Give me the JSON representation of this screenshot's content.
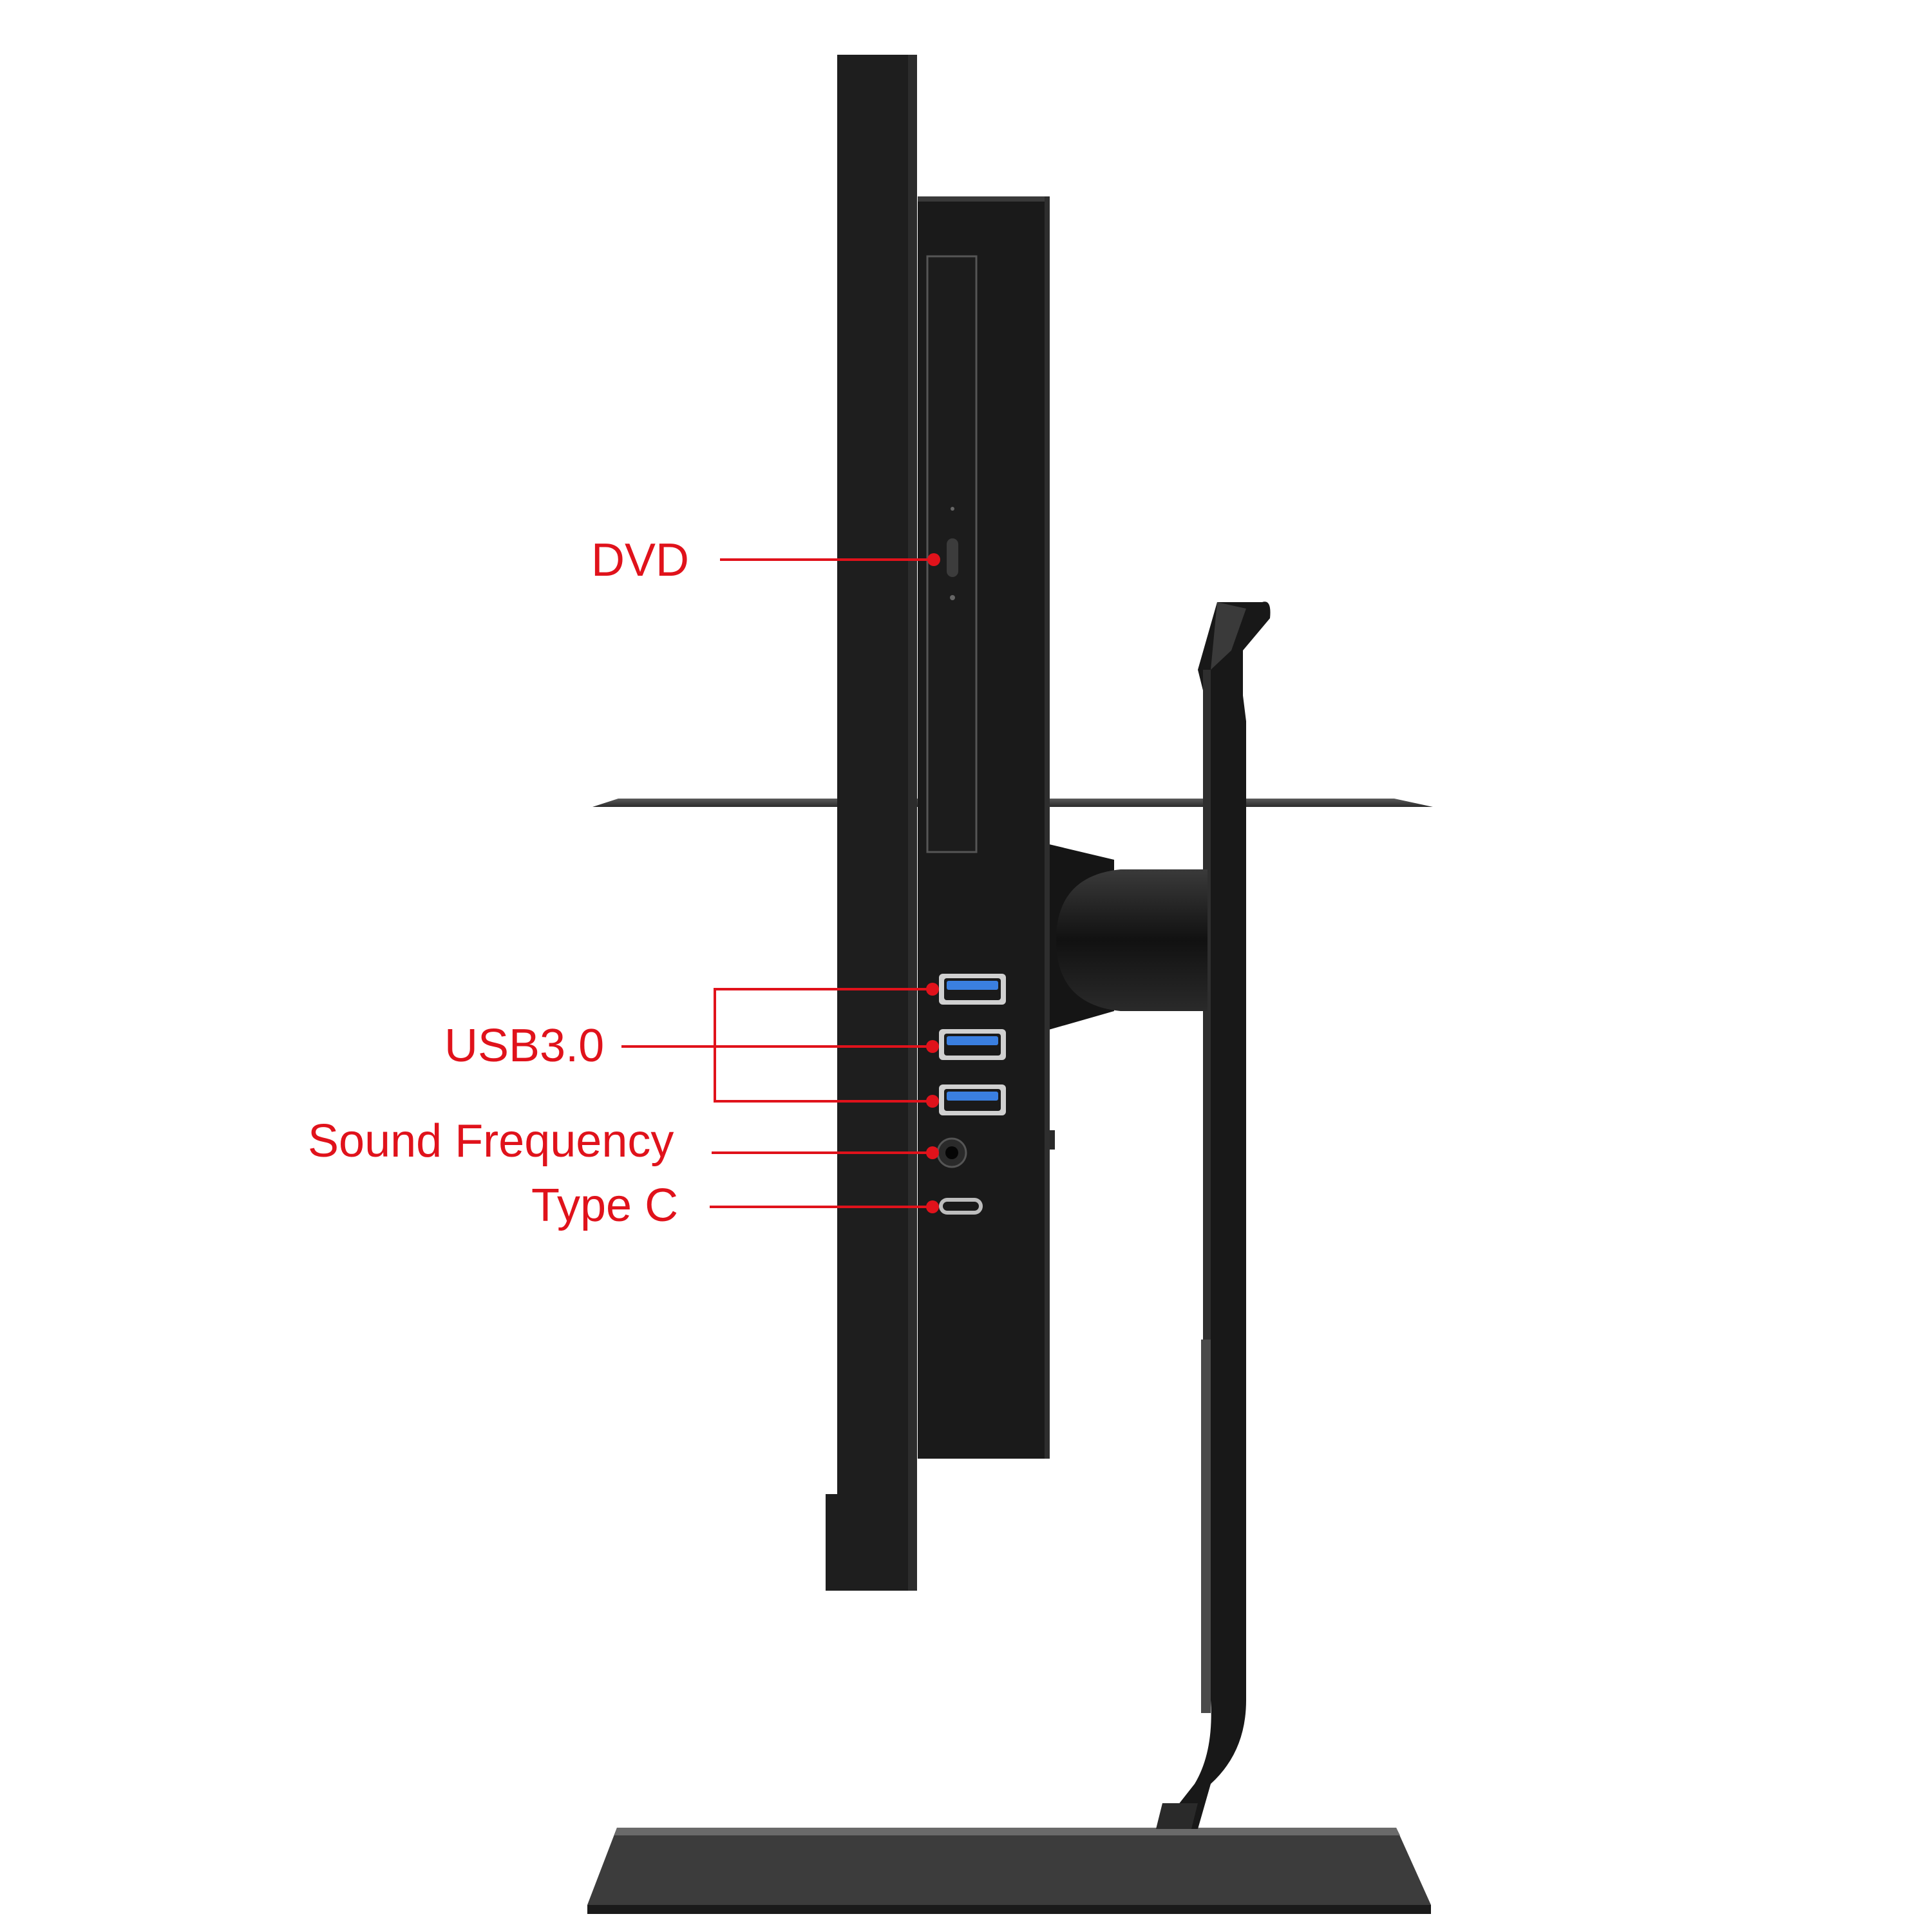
{
  "colors": {
    "background": "#ffffff",
    "body": "#1f1f1f",
    "label": "#e0121b",
    "usb_tongue": "#3a7fe0"
  },
  "callouts": {
    "dvd": "DVD",
    "usb": "USB3.0",
    "audio": "Sound Frequency",
    "typec": "Type C"
  },
  "usb_port_count": 3
}
